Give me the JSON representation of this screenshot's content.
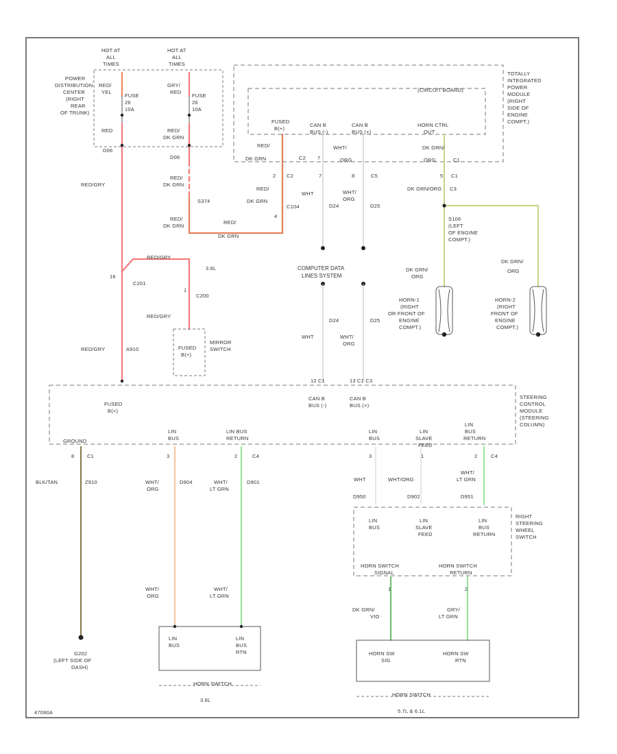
{
  "colors": {
    "red_yel": "#f08a5a",
    "red": "#f47a7a",
    "red_dk_grn": "#e0805a",
    "dk_grn_yel": "#c8d58a",
    "wht": "#d8d8d8",
    "wht_org": "#f4c7a0",
    "wht_lt_grn": "#9de29d",
    "blk_tan": "#8a7a52",
    "dk_grn_vio": "#6fbf6f"
  },
  "hot1": {
    "l1": "HOT AT",
    "l2": "ALL",
    "l3": "TIMES"
  },
  "hot2": {
    "l1": "HOT AT",
    "l2": "ALL",
    "l3": "TIMES"
  },
  "pdc": {
    "l1": "POWER",
    "l2": "DISTRIBUTION",
    "l3": "CENTER",
    "l4": "(RIGHT",
    "l5": "REAR",
    "l6": "OF TRUNK)"
  },
  "fuse1": {
    "wire_top1": "RED/",
    "wire_top2": "YEL",
    "name": "FUSE",
    "num": "26",
    "amps": "10A",
    "wire_bot": "RED",
    "conn": "D06"
  },
  "fuse2": {
    "wire_top1": "GRY/",
    "wire_top2": "RED",
    "name": "FUSE",
    "num": "26",
    "amps": "10A",
    "wire_bot1": "RED/",
    "wire_bot2": "DK GRN",
    "conn": "D06"
  },
  "w_redgry": "RED/GRY",
  "w_reddkgrn1": {
    "l1": "RED/",
    "l2": "DK GRN"
  },
  "s374": "S374",
  "w_reddkgrn2": {
    "l1": "RED/",
    "l2": "DK GRN"
  },
  "w_reddkgrn3": {
    "l1": "RED/",
    "l2": "DK GRN"
  },
  "tipm": {
    "l1": "TOTALLY",
    "l2": "INTEGRATED",
    "l3": "POWER",
    "l4": "MODULE",
    "l5": "(RIGHT",
    "l6": "SIDE OF",
    "l7": "ENGINE",
    "l8": "COMPT.)"
  },
  "circuit_board": "(CIRCUIT BOARD)",
  "fused_b": {
    "l1": "FUSED",
    "l2": "B(+)"
  },
  "can_b_minus": {
    "l1": "CAN B",
    "l2": "BUS (-)"
  },
  "can_b_plus": {
    "l1": "CAN B",
    "l2": "BUS (+)"
  },
  "horn_ctrl": {
    "l1": "HORN CTRL",
    "l2": "OUT"
  },
  "tipm_wires": {
    "reddkgrn": {
      "l1": "RED/",
      "l2": "DK GRN"
    },
    "c2": "C2",
    "pin2": "2",
    "c5": "C5",
    "pin7": "7",
    "pin8": "8",
    "wht_org": {
      "l1": "WHT/",
      "l2": "ORG"
    },
    "dkgrn_org": {
      "l1": "DK GRN/",
      "l2": "ORG"
    },
    "c1": "C1",
    "pin5": "5"
  },
  "c2b": {
    "pin": "2",
    "conn": "C2",
    "w1": "RED/",
    "w2": "DK GRN",
    "c": "C104"
  },
  "pin4": "4",
  "w_wht_d24": {
    "wire": "WHT",
    "code": "D24"
  },
  "w_wht_org_d25": {
    "w1": "WHT/",
    "w2": "ORG",
    "code": "D25"
  },
  "c3_horn": {
    "wire": "DK GRN/ORG",
    "pin": "C3"
  },
  "s106": {
    "l1": "S106",
    "l2": "(LEFT",
    "l3": "OF ENGINE",
    "l4": "COMPT.)"
  },
  "cdls": {
    "l1": "COMPUTER DATA",
    "l2": "LINES SYSTEM"
  },
  "horn1_wire": {
    "l1": "DK GRN/",
    "l2": "ORG"
  },
  "horn2_wire": {
    "l1": "DK GRN/",
    "l2": "ORG"
  },
  "horn1": {
    "l1": "HORN-1",
    "l2": "(RIGHT",
    "l3": "OR FRONT OF",
    "l4": "ENGINE",
    "l5": "COMPT.)"
  },
  "horn2": {
    "l1": "HORN-2",
    "l2": "(RIGHT",
    "l3": "FRONT OF",
    "l4": "ENGINE",
    "l5": "COMPT.)"
  },
  "c201": {
    "pin": "16",
    "conn": "C201"
  },
  "c200": {
    "pin": "1",
    "conn": "C200",
    "wire": "RED/GRY",
    "tag": "3.6L"
  },
  "mirror_switch": {
    "l1": "MIRROR",
    "l2": "SWITCH",
    "fused1": "FUSED",
    "fused2": "B(+)"
  },
  "redgry_low": "RED/GRY",
  "redgry_a910": {
    "wire": "RED/GRY",
    "code": "A910"
  },
  "scm": {
    "l1": "STEERING",
    "l2": "CONTROL",
    "l3": "MODULE",
    "l4": "(STEERING",
    "l5": "COLUMN)"
  },
  "scm_fused": {
    "l1": "FUSED",
    "l2": "B(+)"
  },
  "scm_can_minus": {
    "l1": "CAN B",
    "l2": "BUS (-)"
  },
  "scm_can_plus": {
    "l1": "CAN B",
    "l2": "BUS (+)"
  },
  "scm_pins": {
    "p11": "12 C1",
    "p13": "13 C1 C3"
  },
  "ground": {
    "label": "GROUND",
    "pin": "8",
    "conn": "C1",
    "wire": "BLK/TAN",
    "code": "Z910"
  },
  "lin_left": {
    "l1": "LIN",
    "l2": "BUS",
    "pin": "3"
  },
  "lin_return_left": {
    "l1": "LIN BUS",
    "l2": "RETURN",
    "pin": "2",
    "conn": "C4"
  },
  "lin_right": {
    "l1": "LIN",
    "l2": "BUS",
    "pin": "3"
  },
  "lin_slave": {
    "l1": "LIN",
    "l2": "SLAVE",
    "l3": "FEED",
    "pin": "1"
  },
  "lin_return_right": {
    "l1": "LIN",
    "l2": "BUS",
    "l3": "RETURN",
    "pin": "2",
    "conn": "C4"
  },
  "w_wht_org_d904": {
    "w1": "WHT/",
    "w2": "ORG",
    "code": "D904"
  },
  "w_wht_ltgrn_d901": {
    "w1": "WHT/",
    "w2": "LT GRN",
    "code": "D901"
  },
  "right_wires": {
    "wht": "WHT",
    "wht_org": "WHT/ORG",
    "wht_ltgrn1": "WHT/",
    "wht_ltgrn2": "LT GRN",
    "d950": "D950",
    "d902": "D902",
    "d951": "D951"
  },
  "rssw": {
    "l1": "RIGHT",
    "l2": "STEERING",
    "l3": "WHEEL",
    "l4": "SWITCH"
  },
  "rssw_lin": {
    "l1": "LIN",
    "l2": "BUS"
  },
  "rssw_slave": {
    "l1": "LIN",
    "l2": "SLAVE",
    "l3": "FEED"
  },
  "rssw_ret": {
    "l1": "LIN",
    "l2": "BUS",
    "l3": "RETURN"
  },
  "horn_sw_sig": {
    "l1": "HORN SWITCH",
    "l2": "SIGNAL"
  },
  "horn_sw_ret": {
    "l1": "HORN SWITCH",
    "l2": "RETURN"
  },
  "hs_wires": {
    "pin1": "1",
    "pin2": "2",
    "w1a": "DK GRN/",
    "w1b": "VIO",
    "w2a": "GRY/",
    "w2b": "LT GRN"
  },
  "low_left_wires": {
    "w1a": "WHT/",
    "w1b": "ORG",
    "w2a": "WHT/",
    "w2b": "LT GRN"
  },
  "g202": {
    "l1": "G202",
    "l2": "(LEFT SIDE OF",
    "l3": "DASH)"
  },
  "horn_sw_left": {
    "lin1": "LIN",
    "lin2": "BUS",
    "ret1": "LIN",
    "ret2": "BUS",
    "ret3": "RTN",
    "title": "HORN SWITCH",
    "tag": "3.6L"
  },
  "horn_sw_right": {
    "sig1": "HORN SW",
    "sig2": "SIG",
    "ret1": "HORN SW",
    "ret2": "RTN",
    "title": "HORN SWITCH",
    "tag": "5.7L & 6.1L"
  },
  "footer_code": "47090A"
}
